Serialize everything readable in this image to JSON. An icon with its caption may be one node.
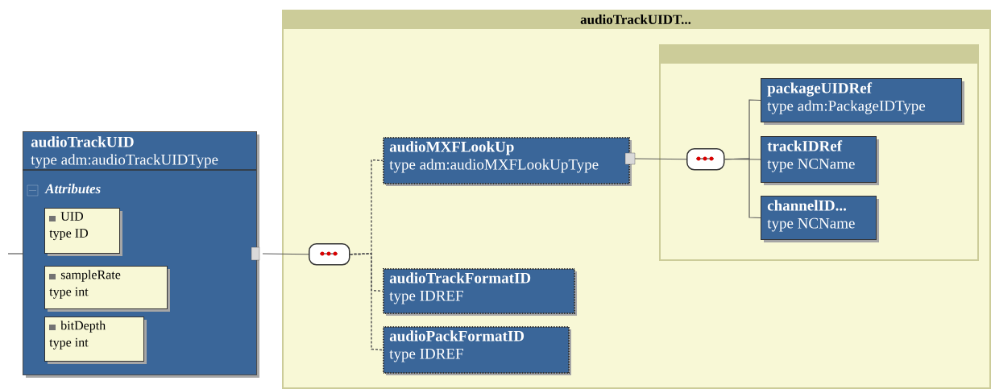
{
  "diagram": {
    "nodes": [
      {
        "text": [
          "audioTrackUID",
          "type adm:audioTrackUIDType",
          "Attributes"
        ]
      },
      {
        "text": [
          "UID",
          "type ID"
        ],
        "in": 0
      },
      {
        "text": [
          "sampleRate",
          "type int"
        ],
        "in": 0
      },
      {
        "text": [
          "bitDepth",
          "type int"
        ],
        "in": 0
      },
      {
        "text": [
          "audioTrackUIDT..."
        ]
      },
      {
        "text": [],
        "shape": "box",
        "in": 4
      },
      {
        "text": [
          "audioMXFLookUp",
          "type adm:audioMXFLookUpType"
        ],
        "in": 4
      },
      {
        "text": [],
        "shape": "box",
        "in": 4
      },
      {
        "text": [],
        "shape": "box",
        "in": 7
      },
      {
        "text": [
          "packageUIDRef",
          "type adm:PackageIDType"
        ],
        "in": 7
      },
      {
        "text": [
          "trackIDRef",
          "type NCName"
        ],
        "in": 7
      },
      {
        "text": [
          "channelID...",
          "type NCName"
        ],
        "in": 7
      },
      {
        "text": [
          "audioTrackFormatID",
          "type IDREF"
        ],
        "in": 4
      },
      {
        "text": [
          "audioPackFormatID",
          "type IDREF"
        ],
        "in": 4
      }
    ],
    "edges": [
      {
        "from": null,
        "to": 0,
        "arrow": "none"
      },
      {
        "from": 0,
        "to": 5,
        "arrow": "none"
      },
      {
        "from": 5,
        "to": 6,
        "arrow": "none",
        "style": "dashed"
      },
      {
        "from": 5,
        "to": 12,
        "arrow": "none",
        "style": "dashed"
      },
      {
        "from": 5,
        "to": 13,
        "arrow": "none",
        "style": "dashed"
      },
      {
        "from": 6,
        "to": 8,
        "arrow": "none"
      },
      {
        "from": 8,
        "to": 9,
        "arrow": "none"
      },
      {
        "from": 8,
        "to": 10,
        "arrow": "none"
      },
      {
        "from": 8,
        "to": 11,
        "arrow": "none"
      }
    ]
  }
}
